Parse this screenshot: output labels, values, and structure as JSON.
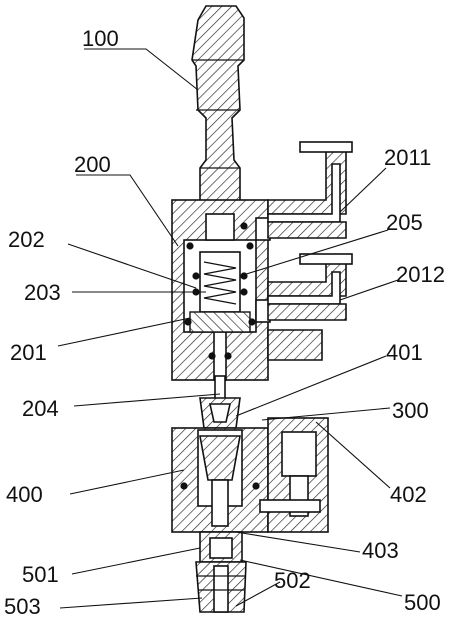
{
  "labels": {
    "l100": "100",
    "l200": "200",
    "l2011": "2011",
    "l205": "205",
    "l202": "202",
    "l2012": "2012",
    "l203": "203",
    "l201": "201",
    "l401": "401",
    "l204": "204",
    "l300": "300",
    "l400": "400",
    "l402": "402",
    "l403": "403",
    "l501": "501",
    "l502": "502",
    "l500": "500",
    "l503": "503"
  }
}
